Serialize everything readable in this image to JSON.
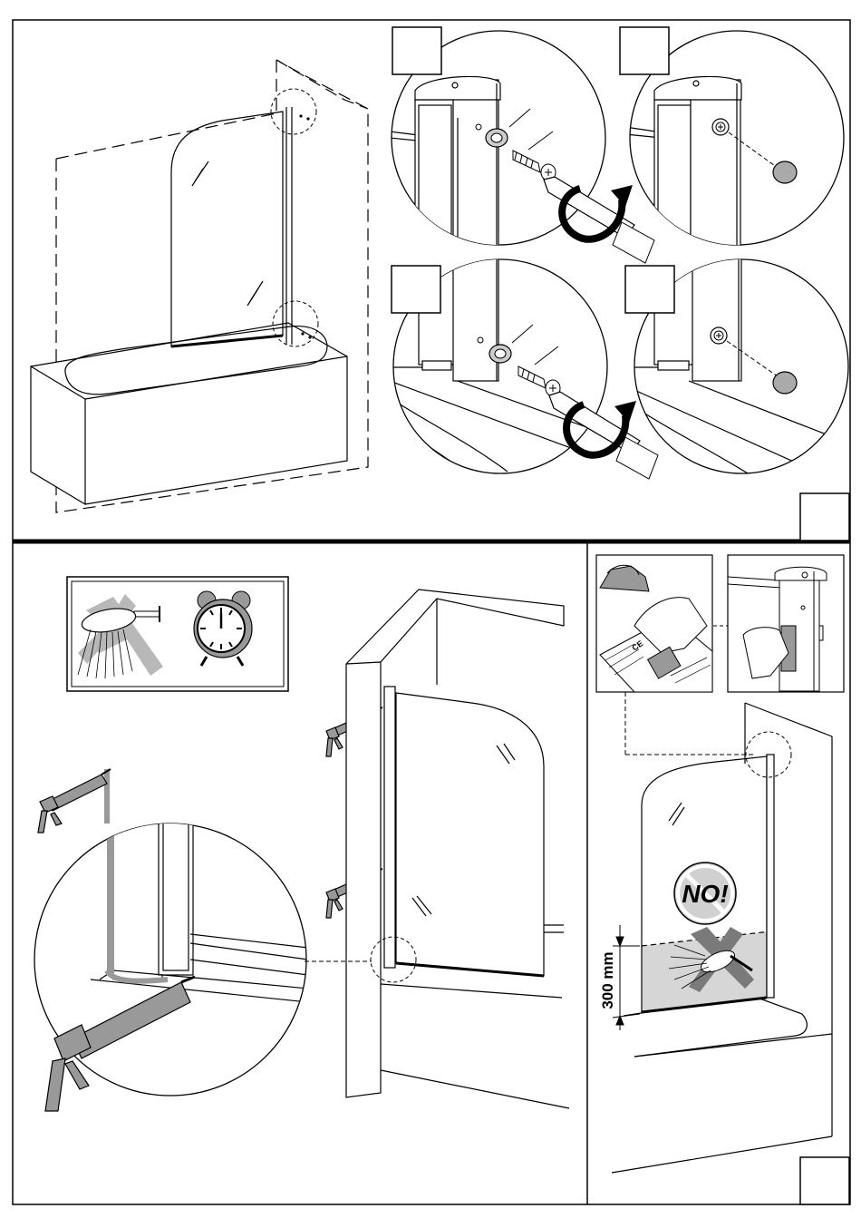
{
  "page": {
    "title": "",
    "dimension_label": "300 mm",
    "warning_text": "NO!",
    "ce_mark": "CE"
  },
  "step_numbers": {
    "top": "",
    "bottom": "",
    "detail_a": "",
    "detail_b": "",
    "detail_c": "",
    "detail_d": ""
  },
  "icons": {
    "shower": "shower-head-icon",
    "clock": "alarm-clock-icon",
    "silicone_gun": "silicone-gun-icon",
    "screwdriver": "screwdriver-icon",
    "prohibited": "prohibited-icon"
  },
  "colors": {
    "line": "#000000",
    "shade": "#b8b8b8",
    "dark_shade": "#7a7a7a",
    "water_area": "#d6d6d6"
  }
}
